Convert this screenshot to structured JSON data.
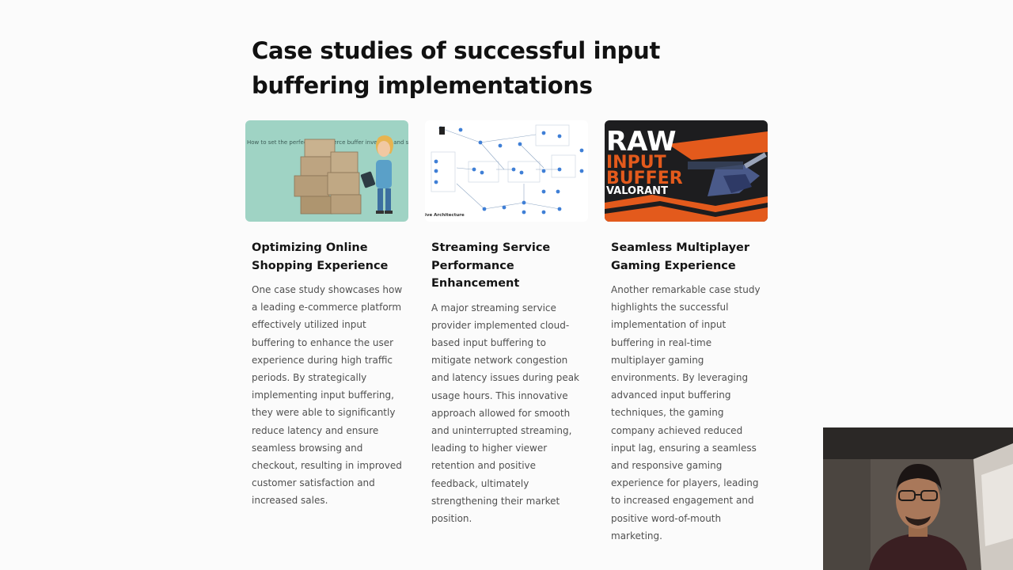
{
  "slide": {
    "title": "Case studies of successful input buffering implementations",
    "cards": [
      {
        "heading": "Optimizing Online Shopping Experience",
        "body": "One case study showcases how a leading e-commerce platform effectively utilized input buffering to enhance the user experience during high traffic periods. By strategically implementing input buffering, they were able to significantly reduce latency and ensure seamless browsing and checkout, resulting in improved customer satisfaction and increased sales.",
        "image_caption": "How to set the perfect e-commerce buffer inventory and stock levels"
      },
      {
        "heading": "Streaming Service Performance Enhancement",
        "body": "A major streaming service provider implemented cloud-based input buffering to mitigate network congestion and latency issues during peak usage hours. This innovative approach allowed for smooth and uninterrupted streaming, leading to higher viewer retention and positive feedback, ultimately strengthening their market position.",
        "image_caption": "ive Architecture"
      },
      {
        "heading": "Seamless Multiplayer Gaming Experience",
        "body": "Another remarkable case study highlights the successful implementation of input buffering in real-time multiplayer gaming environments. By leveraging advanced input buffering techniques, the gaming company achieved reduced input lag, ensuring a seamless and responsive gaming experience for players, leading to increased engagement and positive word-of-mouth marketing.",
        "image_line1": "RAW",
        "image_line2": "INPUT",
        "image_line3": "BUFFER",
        "image_line4": "VALORANT"
      }
    ]
  },
  "colors": {
    "accent_orange": "#e35a1c",
    "thumb1_bg": "#9fd3c4",
    "thumb3_bg": "#1d1d1f"
  }
}
